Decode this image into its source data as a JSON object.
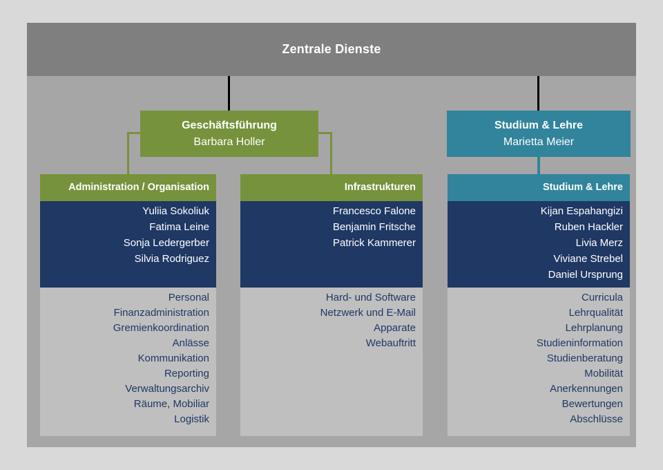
{
  "title_bar": {
    "title": "Zentrale Dienste"
  },
  "managers": [
    {
      "title": "Geschäftsführung",
      "name": "Barbara Holler"
    },
    {
      "title": "Studium & Lehre",
      "name": "Marietta Meier"
    }
  ],
  "columns": [
    {
      "header": "Administration / Organisation",
      "members": [
        "Yuliia Sokoliuk",
        "Fatima Leine",
        "Sonja Ledergerber",
        "Silvia Rodriguez"
      ],
      "tasks": [
        "Personal",
        "Finanzadministration",
        "Gremienkoordination",
        "Anlässe",
        "Kommunikation",
        "Reporting",
        "Verwaltungsarchiv",
        "Räume, Mobiliar",
        "Logistik"
      ]
    },
    {
      "header": "Infrastrukturen",
      "members": [
        "Francesco Falone",
        "Benjamin Fritsche",
        "Patrick Kammerer"
      ],
      "tasks": [
        "Hard- und Software",
        "Netzwerk und E-Mail",
        "Apparate",
        "Webauftritt"
      ]
    },
    {
      "header": "Studium & Lehre",
      "members": [
        "Kijan Espahangizi",
        "Ruben Hackler",
        "Livia Merz",
        "Viviane Strebel",
        "Daniel Ursprung"
      ],
      "tasks": [
        "Curricula",
        "Lehrqualität",
        "Lehrplanung",
        "Studieninformation",
        "Studienberatung",
        "Mobilität",
        "Anerkennungen",
        "Bewertungen",
        "Abschlüsse"
      ]
    }
  ],
  "colors": {
    "outer_bg": "#D9D9D9",
    "panel_bg": "#A6A6A6",
    "title_bg": "#7F7F7F",
    "green": "#76923C",
    "teal": "#31849B",
    "navy": "#1F3864",
    "task_bg": "#BFBFBF",
    "connector": "#000000",
    "text_light": "#FFFFFF"
  }
}
